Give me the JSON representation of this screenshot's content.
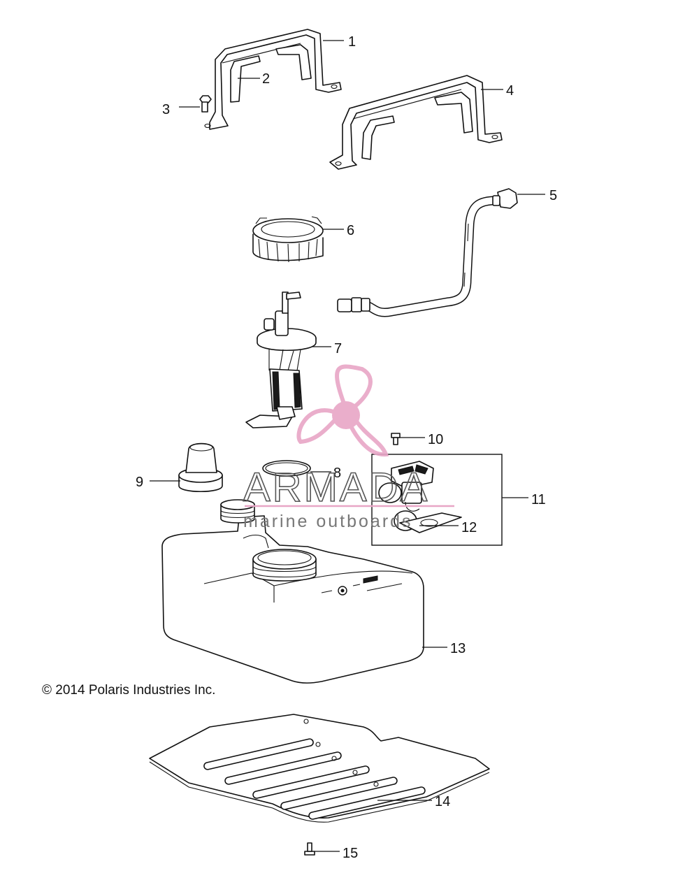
{
  "callouts": [
    "1",
    "2",
    "3",
    "4",
    "5",
    "6",
    "7",
    "8",
    "9",
    "10",
    "11",
    "12",
    "13",
    "14",
    "15"
  ],
  "copyright": "© 2014 Polaris Industries Inc.",
  "watermark": {
    "brand": "ARMADA",
    "tagline": "marine outboards",
    "color": "#e8a6c6"
  }
}
